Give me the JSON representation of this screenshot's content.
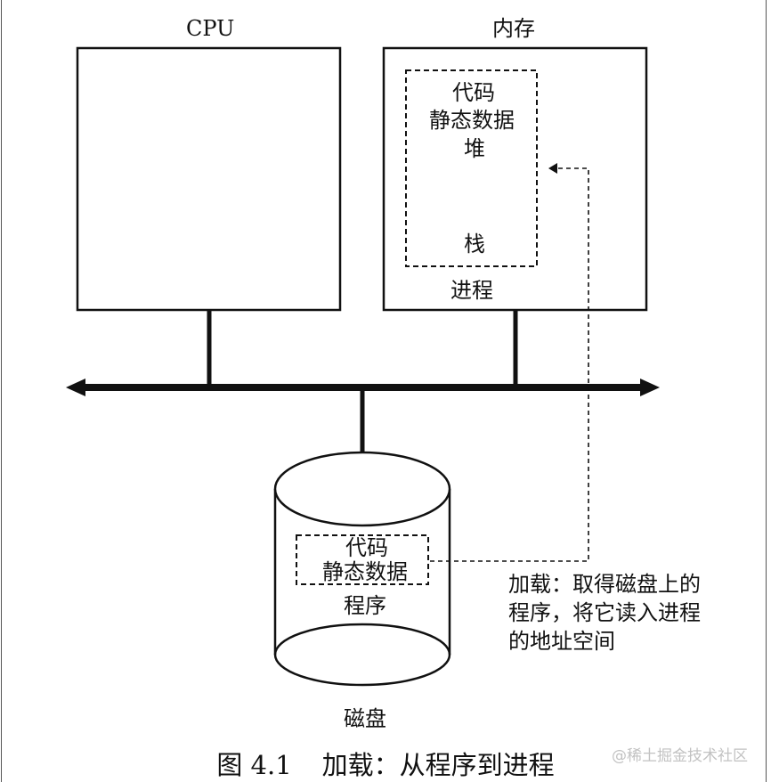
{
  "cpu": {
    "label": "CPU"
  },
  "memory": {
    "label": "内存",
    "process_label": "进程",
    "segments": {
      "code": "代码",
      "static": "静态数据",
      "heap": "堆",
      "stack": "栈"
    }
  },
  "disk": {
    "label": "磁盘",
    "program_label": "程序",
    "segments": {
      "code": "代码",
      "static": "静态数据"
    }
  },
  "annotation": {
    "lines": [
      "加载：取得磁盘上的",
      "程序，将它读入进程",
      "的地址空间"
    ]
  },
  "caption": {
    "number": "图 4.1",
    "text": "加载：从程序到进程"
  },
  "watermark": "@稀土掘金技术社区",
  "colors": {
    "line": "#111111",
    "background": "#ffffff",
    "watermark": "#c2c2c2"
  }
}
